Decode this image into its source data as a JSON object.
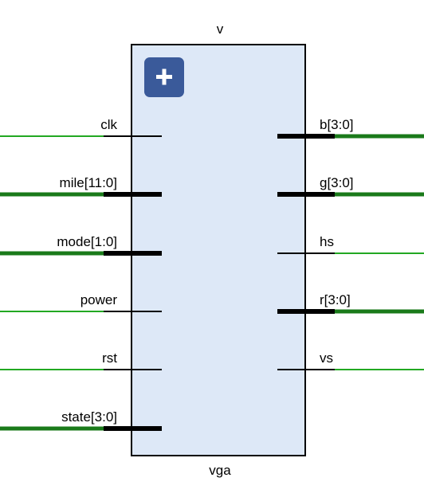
{
  "block": {
    "instance_name": "v",
    "module_name": "vga",
    "expand_icon": "plus-icon",
    "fill_color": "#dde8f7",
    "border_color": "#000000",
    "icon_bg_color": "#3a5a9a"
  },
  "colors": {
    "wire_single": "#22a822",
    "wire_bus": "#1a7a1a",
    "pin": "#000000"
  },
  "inputs": [
    {
      "name": "clk",
      "bus": false
    },
    {
      "name": "mile[11:0]",
      "bus": true
    },
    {
      "name": "mode[1:0]",
      "bus": true
    },
    {
      "name": "power",
      "bus": false
    },
    {
      "name": "rst",
      "bus": false
    },
    {
      "name": "state[3:0]",
      "bus": true
    }
  ],
  "outputs": [
    {
      "name": "b[3:0]",
      "bus": true
    },
    {
      "name": "g[3:0]",
      "bus": true
    },
    {
      "name": "hs",
      "bus": false
    },
    {
      "name": "r[3:0]",
      "bus": true
    },
    {
      "name": "vs",
      "bus": false
    }
  ]
}
